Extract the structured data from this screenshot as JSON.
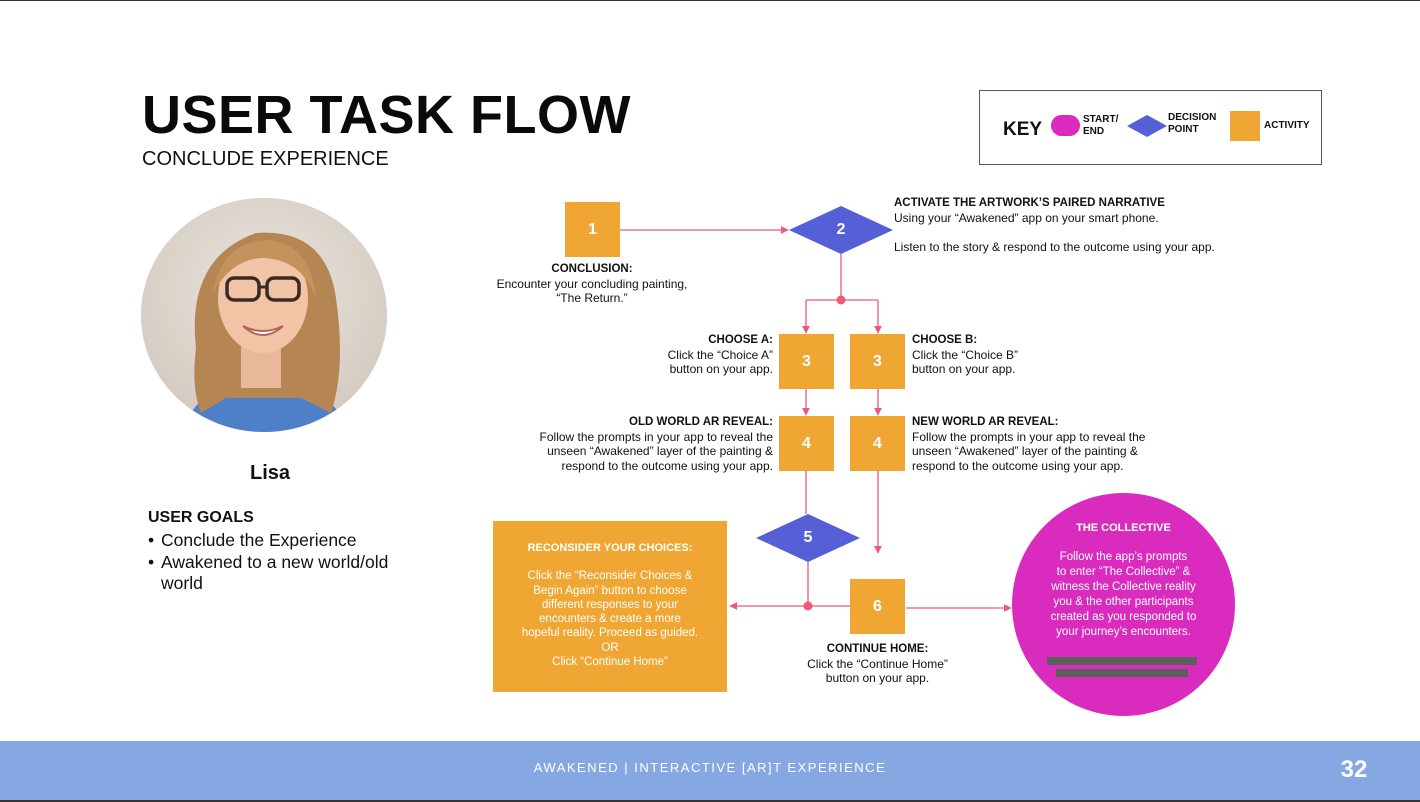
{
  "page": {
    "title": "USER TASK FLOW",
    "subtitle": "CONCLUDE EXPERIENCE",
    "footer": "AWAKENED | INTERACTIVE [AR]T EXPERIENCE",
    "page_number": "32"
  },
  "key": {
    "label": "KEY",
    "start_end": [
      "START/",
      "END"
    ],
    "decision": [
      "DECISION",
      "POINT"
    ],
    "activity": "ACTIVITY"
  },
  "persona": {
    "name": "Lisa",
    "goals_title": "USER GOALS",
    "goals": [
      "Conclude the Experience",
      "Awakened to a new world/old world"
    ]
  },
  "flow": {
    "step1": {
      "num": "1",
      "title": "CONCLUSION:",
      "lines": [
        "Encounter your concluding painting,",
        "“The Return.”"
      ]
    },
    "step2": {
      "num": "2",
      "title": "ACTIVATE THE ARTWORK’S PAIRED NARRATIVE",
      "lines": [
        "Using your “Awakened” app on your smart phone.",
        "Listen to the story & respond to the outcome using your app."
      ]
    },
    "step3a": {
      "num": "3",
      "title": "CHOOSE A:",
      "lines": [
        "Click the “Choice A”",
        "button on your app."
      ]
    },
    "step3b": {
      "num": "3",
      "title": "CHOOSE B:",
      "lines": [
        "Click the “Choice B”",
        "button on your app."
      ]
    },
    "step4a": {
      "num": "4",
      "title": "OLD WORLD AR REVEAL:",
      "lines": [
        "Follow the prompts in your app to reveal the",
        "unseen “Awakened” layer of the painting &",
        "respond to the outcome using your app."
      ]
    },
    "step4b": {
      "num": "4",
      "title": "NEW WORLD AR REVEAL:",
      "lines": [
        "Follow the prompts in your app to reveal the",
        "unseen “Awakened” layer of the painting &",
        "respond to the outcome using your app."
      ]
    },
    "step5": {
      "num": "5"
    },
    "step6": {
      "num": "6",
      "title": "CONTINUE HOME:",
      "lines": [
        "Click the “Continue Home”",
        "button on your app."
      ]
    },
    "reconsider": {
      "title": "RECONSIDER YOUR CHOICES:",
      "lines": [
        "Click the “Reconsider Choices &",
        "Begin Again” button to choose",
        "different responses to your",
        "encounters & create a more",
        "hopeful  reality. Proceed as guided.",
        "OR",
        "Click “Continue Home”"
      ]
    },
    "collective": {
      "title": "THE COLLECTIVE",
      "lines": [
        "Follow the app’s prompts",
        "to enter “The Collective” &",
        "witness the Collective reality",
        "you & the other  participants",
        "created as you responded to",
        "your journey’s encounters."
      ]
    }
  },
  "colors": {
    "start_end": "#d92cbe",
    "decision": "#5560d6",
    "activity": "#f0a632",
    "connector": "#ec5a7a",
    "footer": "#86a8e2"
  }
}
